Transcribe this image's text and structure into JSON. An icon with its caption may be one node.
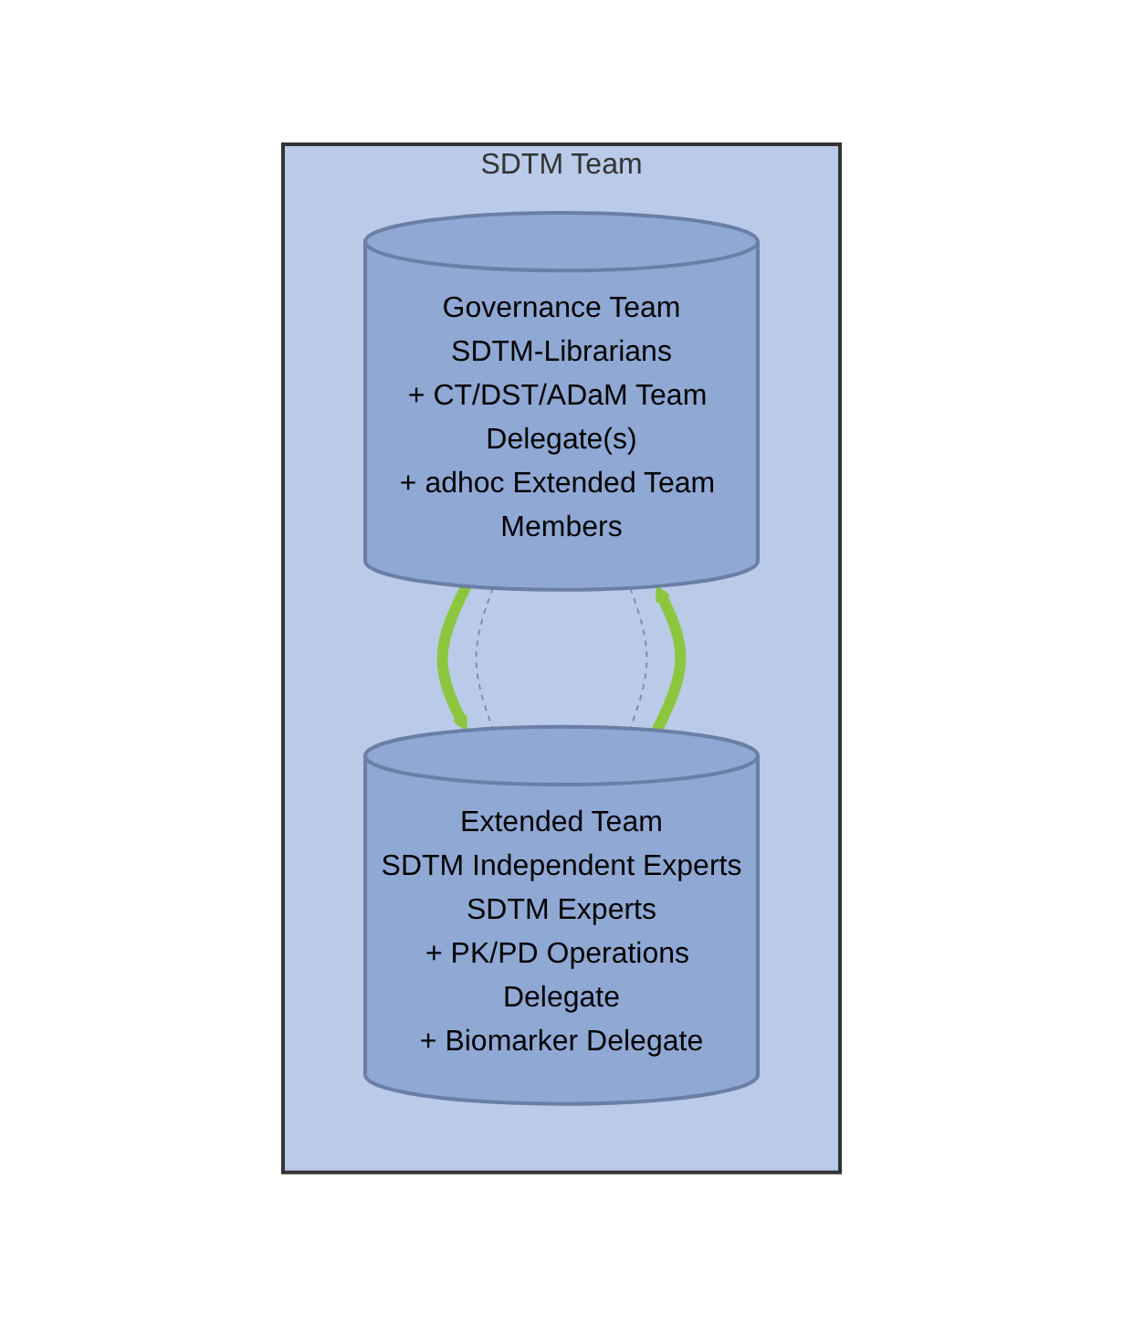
{
  "diagram": {
    "nodes": [
      {
        "text": [
          "SDTM Team"
        ]
      },
      {
        "text": [
          "Governance Team",
          "SDTM-Librarians",
          "+ CT/DST/ADaM Team Delegate(s)",
          "+ adhoc Extended Team Members"
        ],
        "in": 0
      },
      {
        "text": [
          "Extended Team",
          "SDTM Independent Experts",
          "SDTM Experts",
          "+ PK/PD Operations Delegate",
          "+ Biomarker Delegate"
        ],
        "in": 0
      }
    ],
    "edges": [
      {
        "from": 1,
        "to": 2,
        "arrow": "to",
        "style": "thick",
        "color": "#8cc63f"
      },
      {
        "from": 2,
        "to": 1,
        "arrow": "to",
        "style": "thick",
        "color": "#8cc63f"
      },
      {
        "from": 1,
        "to": 2,
        "arrow": "none",
        "style": "dashed",
        "color": "#7f8fa6"
      },
      {
        "from": 1,
        "to": 2,
        "arrow": "none",
        "style": "dashed",
        "color": "#7f8fa6"
      }
    ]
  }
}
